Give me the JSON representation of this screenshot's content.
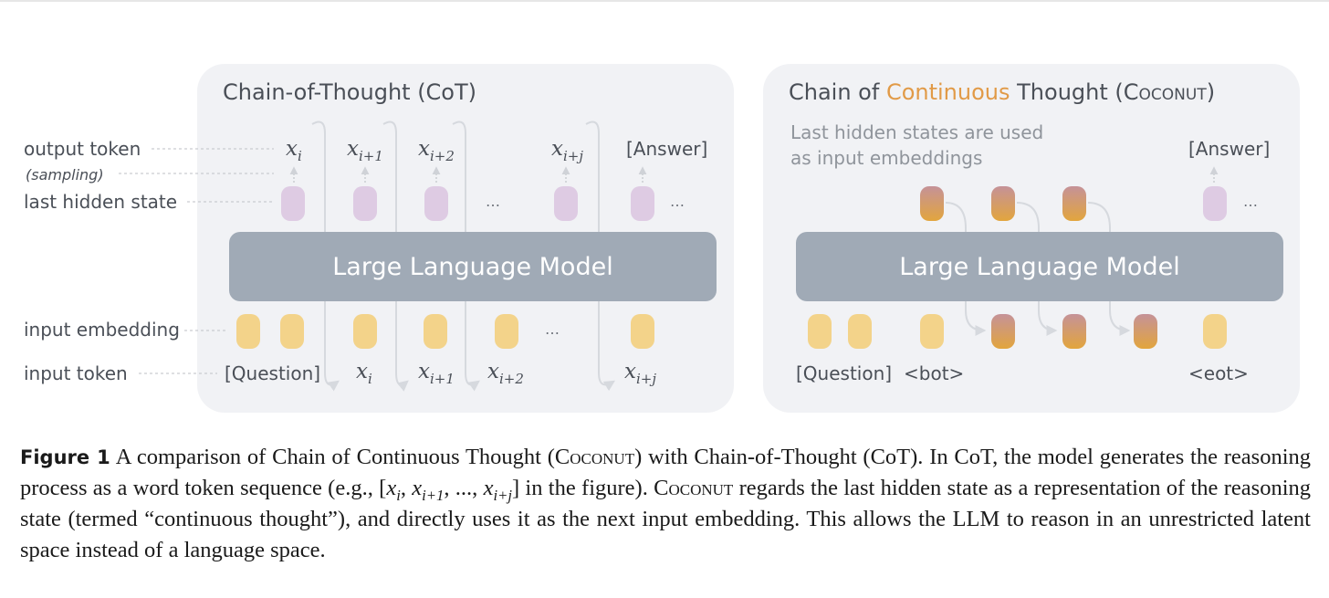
{
  "colors": {
    "panel": "#f1f2f5",
    "model": "#a0aab6",
    "hidden_state": "#decbe3",
    "embedding": "#f3d38a",
    "continuous_top": "#c59298",
    "continuous_bottom": "#e2a53d",
    "accent": "#e19a47",
    "arrow": "#d8dbe0"
  },
  "left_panel": {
    "title": "Chain-of-Thought (CoT)",
    "row_labels": {
      "output_token": "output token",
      "sampling": "(sampling)",
      "last_hidden_state": "last hidden state",
      "input_embedding": "input embedding",
      "input_token": "input token"
    },
    "model_label": "Large Language Model",
    "question": "[Question]",
    "answer": "[Answer]",
    "ellipsis": "…",
    "math": {
      "x": "x",
      "i": "i",
      "i1": "i+1",
      "i2": "i+2",
      "ij": "i+j"
    }
  },
  "right_panel": {
    "title_part1": "Chain of ",
    "title_highlight": "Continuous",
    "title_part2": " Thought (",
    "title_abbrev": "Coconut",
    "title_close": ")",
    "note_line1": "Last hidden states are used",
    "note_line2": "as input embeddings",
    "model_label": "Large Language Model",
    "question": "[Question]",
    "bot": "<bot>",
    "eot": "<eot>",
    "answer": "[Answer]",
    "ellipsis": "…"
  },
  "caption": {
    "label": "Figure 1",
    "part1": "A comparison of Chain of Continuous Thought (",
    "coconut": "Coconut",
    "part2": ") with Chain-of-Thought (CoT). In CoT, the model generates the reasoning process as a word token sequence (e.g., [",
    "x": "x",
    "sub_i": "i",
    "sub_i1": "i+1",
    "sub_ij": "i+j",
    "sep": ", ",
    "dots": "...",
    "part3": "] in the figure). ",
    "part4": " regards the last hidden state as a representation of the reasoning state (termed “continuous thought”), and directly uses it as the next input embedding. This allows the LLM to reason in an unrestricted latent space instead of a language space."
  }
}
